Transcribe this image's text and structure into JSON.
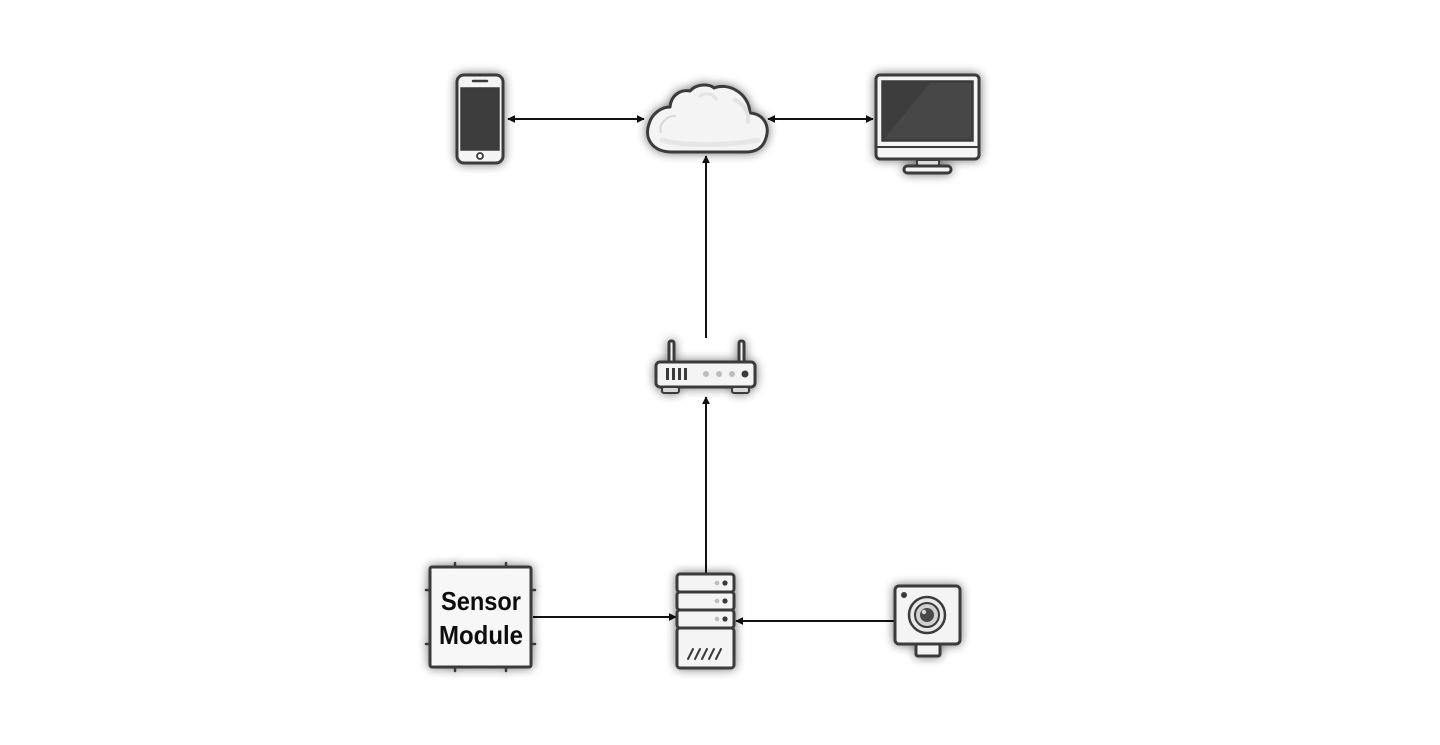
{
  "diagram": {
    "nodes": {
      "phone": {
        "icon": "smartphone-icon"
      },
      "cloud": {
        "icon": "cloud-icon"
      },
      "monitor": {
        "icon": "desktop-monitor-icon"
      },
      "router": {
        "icon": "wifi-router-icon"
      },
      "server": {
        "icon": "server-icon"
      },
      "camera": {
        "icon": "camera-icon"
      },
      "sensor": {
        "label_line1": "Sensor",
        "label_line2": "Module"
      }
    },
    "connections": [
      {
        "from": "phone",
        "to": "cloud",
        "direction": "bidirectional"
      },
      {
        "from": "monitor",
        "to": "cloud",
        "direction": "bidirectional"
      },
      {
        "from": "router",
        "to": "cloud",
        "direction": "one-way"
      },
      {
        "from": "server",
        "to": "router",
        "direction": "one-way"
      },
      {
        "from": "sensor",
        "to": "server",
        "direction": "one-way"
      },
      {
        "from": "camera",
        "to": "server",
        "direction": "one-way"
      }
    ],
    "colors": {
      "outline": "#3a3a3a",
      "screen": "#3d3d3d",
      "body": "#f4f4f4",
      "arrow": "#111111"
    }
  }
}
